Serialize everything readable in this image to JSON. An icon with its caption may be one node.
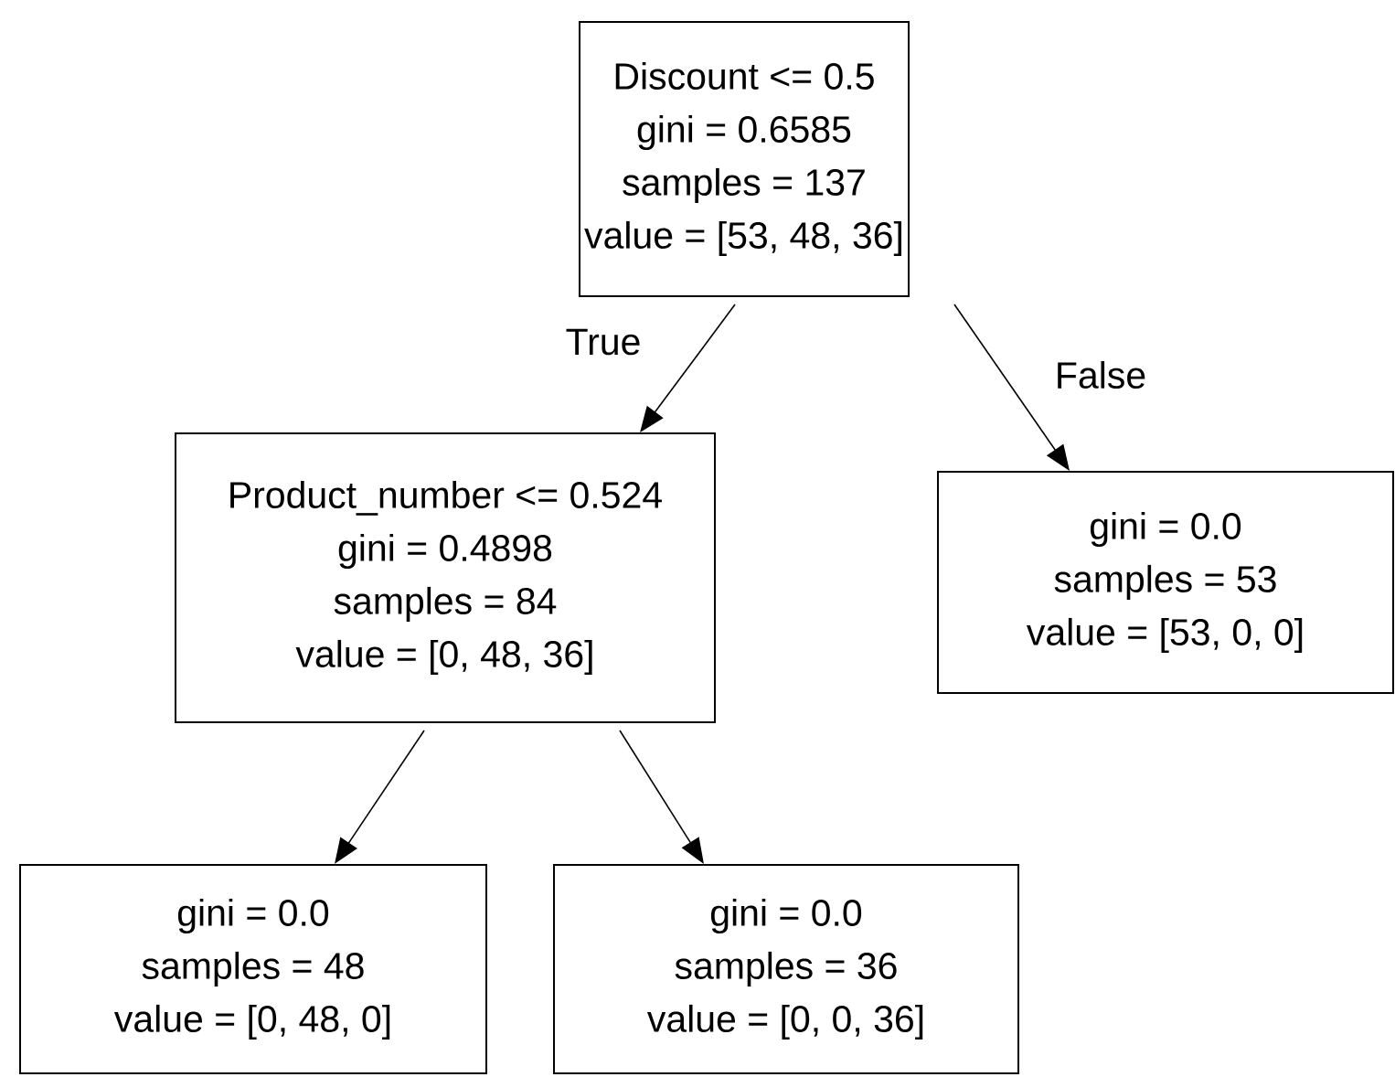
{
  "diagram": {
    "nodes": [
      {
        "text": [
          "Discount <= 0.5",
          "gini = 0.6585",
          "samples = 137",
          "value = [53, 48, 36]"
        ]
      },
      {
        "text": [
          "Product_number <= 0.524",
          "gini = 0.4898",
          "samples = 84",
          "value = [0, 48, 36]"
        ]
      },
      {
        "text": [
          "gini = 0.0",
          "samples = 53",
          "value = [53, 0, 0]"
        ]
      },
      {
        "text": [
          "gini = 0.0",
          "samples = 48",
          "value = [0, 48, 0]"
        ]
      },
      {
        "text": [
          "gini = 0.0",
          "samples = 36",
          "value = [0, 0, 36]"
        ]
      }
    ],
    "edges": [
      {
        "from": 0,
        "to": 1,
        "arrow": "to",
        "label": "True"
      },
      {
        "from": 0,
        "to": 2,
        "arrow": "to",
        "label": "False"
      },
      {
        "from": 1,
        "to": 3,
        "arrow": "to"
      },
      {
        "from": 1,
        "to": 4,
        "arrow": "to"
      }
    ]
  }
}
